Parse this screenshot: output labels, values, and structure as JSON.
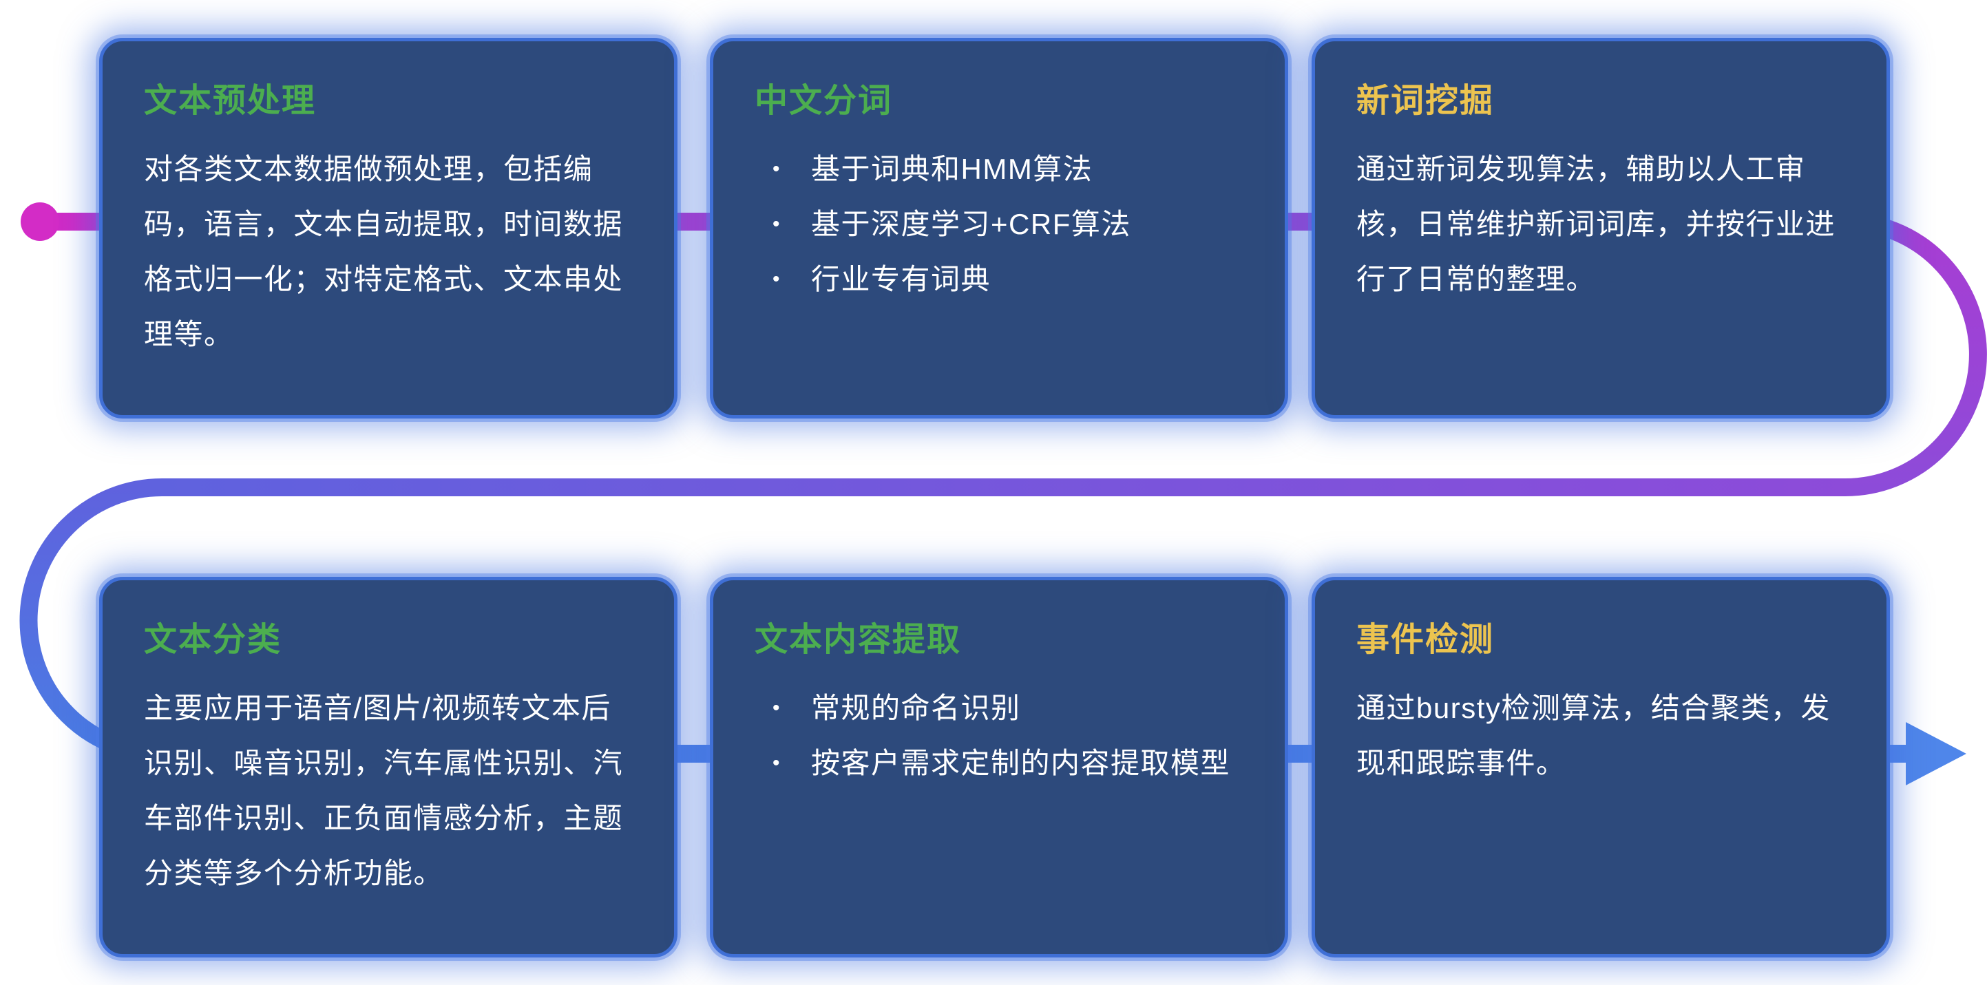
{
  "ui": {
    "bullet_char": "•"
  },
  "colors": {
    "card_background": "#2d4a7c",
    "card_border_glow": "#3f6fd6",
    "title_green": "#4cae4f",
    "title_yellow": "#edc44f",
    "body_text": "#ffffff",
    "flow_start_magenta": "#d02ac6",
    "flow_mid_purple": "#8d4bd9",
    "flow_end_blue": "#4f86ea"
  },
  "cards": [
    {
      "title": "文本预处理",
      "title_color": "green",
      "body": "对各类文本数据做预处理，包括编码，语言，文本自动提取，时间数据格式归一化；对特定格式、文本串处理等。"
    },
    {
      "title": "中文分词",
      "title_color": "green",
      "bullets": [
        "基于词典和HMM算法",
        "基于深度学习+CRF算法",
        "行业专有词典"
      ]
    },
    {
      "title": "新词挖掘",
      "title_color": "yellow",
      "body": "通过新词发现算法，辅助以人工审核，日常维护新词词库，并按行业进行了日常的整理。"
    },
    {
      "title": "文本分类",
      "title_color": "green",
      "body": "主要应用于语音/图片/视频转文本后识别、噪音识别，汽车属性识别、汽车部件识别、正负面情感分析，主题分类等多个分析功能。"
    },
    {
      "title": "文本内容提取",
      "title_color": "green",
      "bullets": [
        "常规的命名识别",
        "按客户需求定制的内容提取模型"
      ]
    },
    {
      "title": "事件检测",
      "title_color": "yellow",
      "body": "通过bursty检测算法，结合聚类，发现和跟踪事件。"
    }
  ]
}
